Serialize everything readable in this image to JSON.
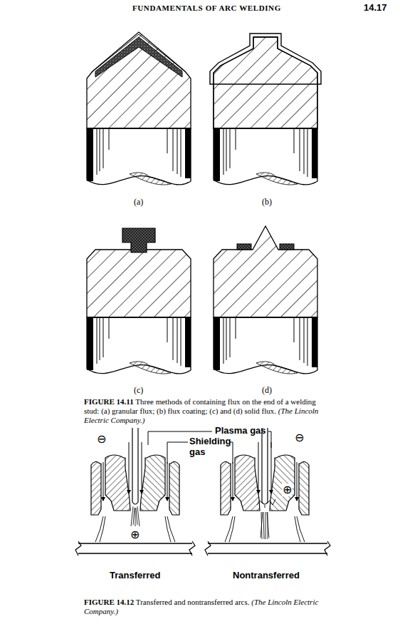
{
  "diagram": {
    "labels": [
      "FUNDAMENTALS OF ARC WELDING",
      "14.17",
      "(a)",
      "(b)",
      "(c)",
      "(d)",
      "FIGURE 14.11",
      "Three methods of containing flux on the end of a welding stud: (a) granular flux; (b) flux coating; (c) and (d) solid flux.",
      "(The Lincoln Electric Company.)",
      "⊖",
      "Plasma gas",
      "Shielding gas",
      "⊖",
      "⊕",
      "⊕",
      "Transferred",
      "Nontransferred",
      "FIGURE 14.12",
      "Transferred and nontransferred arcs.",
      "(The Lincoln Electric Company.)"
    ]
  }
}
